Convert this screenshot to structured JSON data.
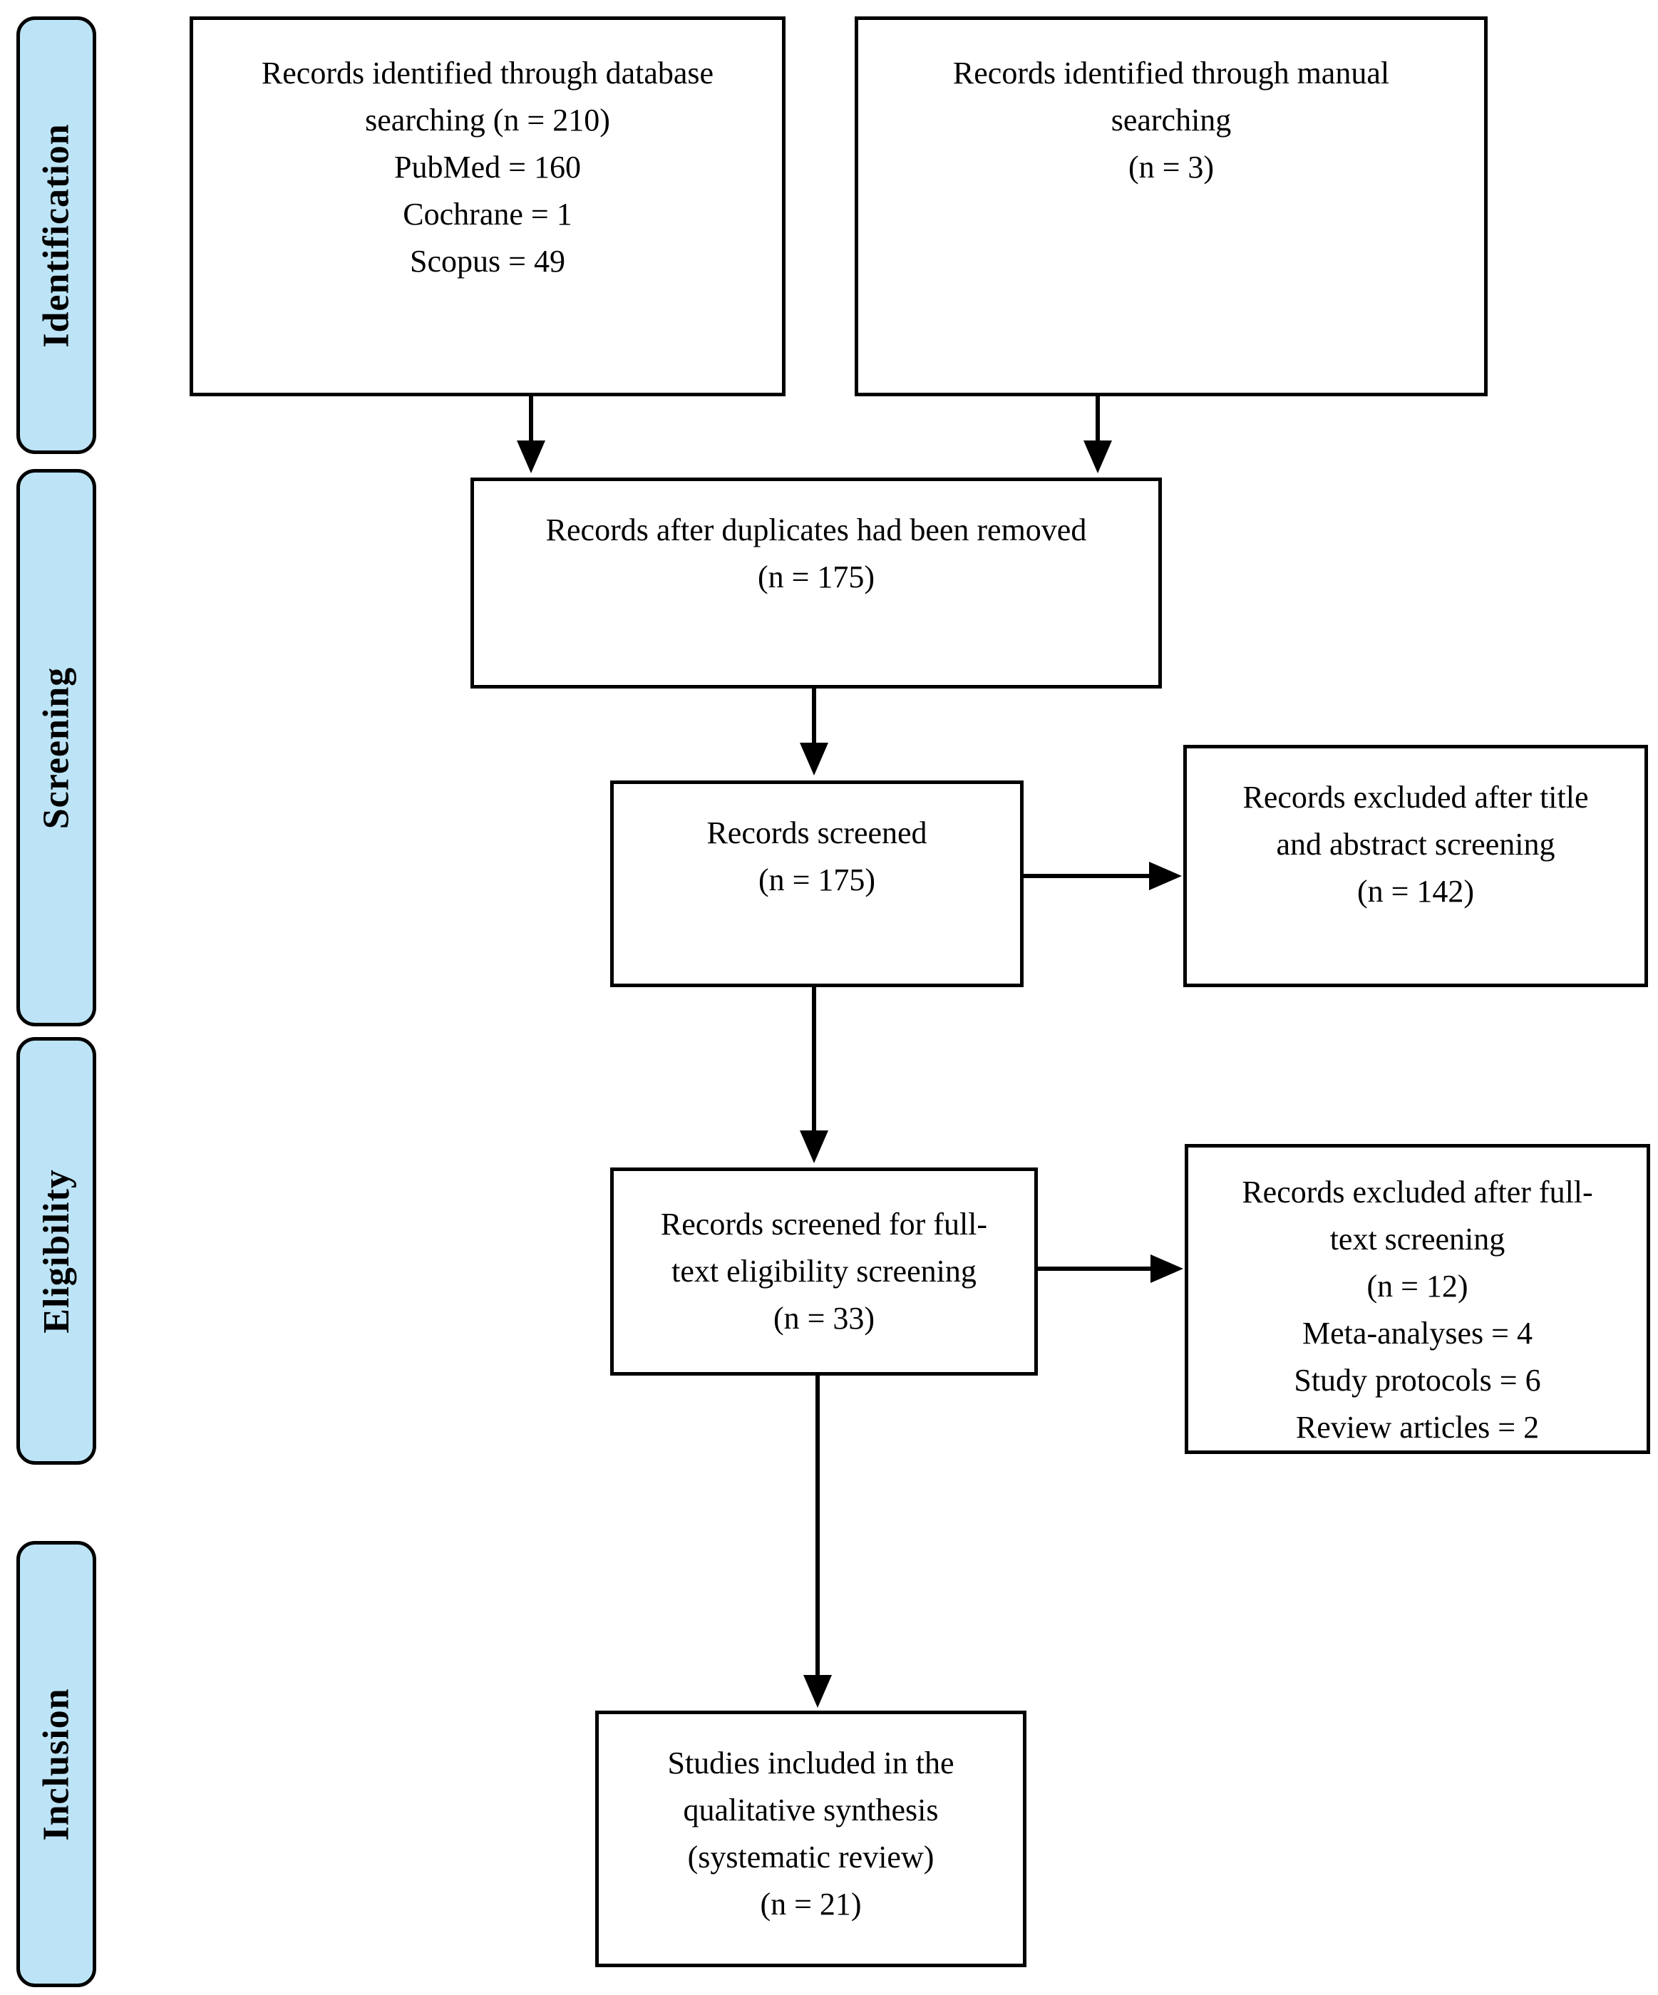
{
  "diagram": {
    "stages": [
      {
        "label": "Identification"
      },
      {
        "label": "Screening"
      },
      {
        "label": "Eligibility"
      },
      {
        "label": "Inclusion"
      }
    ],
    "boxes": {
      "database_search": {
        "lines": [
          "Records identified through database",
          "searching (n = 210)",
          "PubMed = 160",
          "Cochrane = 1",
          "Scopus = 49"
        ]
      },
      "manual_search": {
        "lines": [
          "Records identified through manual",
          "searching",
          "(n = 3)"
        ]
      },
      "duplicates_removed": {
        "lines": [
          "Records after duplicates had been removed",
          "(n = 175)"
        ]
      },
      "records_screened": {
        "lines": [
          "Records screened",
          "(n = 175)"
        ]
      },
      "excluded_title_abstract": {
        "lines": [
          "Records excluded after title",
          "and abstract screening",
          "(n = 142)"
        ]
      },
      "fulltext_eligibility": {
        "lines": [
          "Records screened for full-",
          "text eligibility screening",
          "(n = 33)"
        ]
      },
      "excluded_fulltext": {
        "lines": [
          "Records excluded after full-",
          "text screening",
          "(n = 12)",
          "Meta-analyses = 4",
          "Study protocols = 6",
          "Review articles = 2"
        ]
      },
      "included_studies": {
        "lines": [
          "Studies included in the",
          "qualitative synthesis",
          "(systematic review)",
          "(n = 21)"
        ]
      }
    },
    "colors": {
      "stage_fill": "#bce4f6",
      "stage_border": "#000000",
      "box_border": "#000000",
      "arrow": "#000000",
      "background": "#ffffff"
    }
  }
}
